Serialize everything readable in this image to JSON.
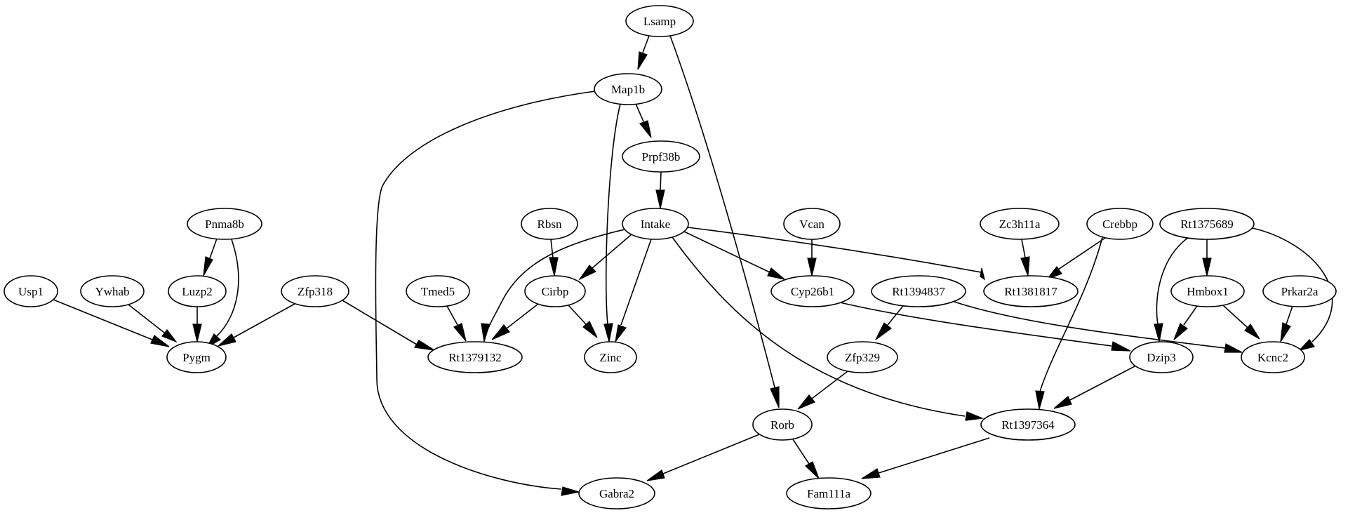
{
  "graph": {
    "nodes": [
      {
        "id": "lsamp",
        "label": "Lsamp"
      },
      {
        "id": "map1b",
        "label": "Map1b"
      },
      {
        "id": "prpf38b",
        "label": "Prpf38b"
      },
      {
        "id": "pnma8b",
        "label": "Pnma8b"
      },
      {
        "id": "rbsn",
        "label": "Rbsn"
      },
      {
        "id": "intake",
        "label": "Intake"
      },
      {
        "id": "vcan",
        "label": "Vcan"
      },
      {
        "id": "zc3h11a",
        "label": "Zc3h11a"
      },
      {
        "id": "crebbp",
        "label": "Crebbp"
      },
      {
        "id": "rt1375689",
        "label": "Rt1375689"
      },
      {
        "id": "usp1",
        "label": "Usp1"
      },
      {
        "id": "ywhab",
        "label": "Ywhab"
      },
      {
        "id": "luzp2",
        "label": "Luzp2"
      },
      {
        "id": "zfp318",
        "label": "Zfp318"
      },
      {
        "id": "tmed5",
        "label": "Tmed5"
      },
      {
        "id": "cirbp",
        "label": "Cirbp"
      },
      {
        "id": "cyp26b1",
        "label": "Cyp26b1"
      },
      {
        "id": "rt1394837",
        "label": "Rt1394837"
      },
      {
        "id": "rt1381817",
        "label": "Rt1381817"
      },
      {
        "id": "hmbox1",
        "label": "Hmbox1"
      },
      {
        "id": "prkar2a",
        "label": "Prkar2a"
      },
      {
        "id": "pygm",
        "label": "Pygm"
      },
      {
        "id": "rt1379132",
        "label": "Rt1379132"
      },
      {
        "id": "zinc",
        "label": "Zinc"
      },
      {
        "id": "zfp329",
        "label": "Zfp329"
      },
      {
        "id": "dzip3",
        "label": "Dzip3"
      },
      {
        "id": "kcnc2",
        "label": "Kcnc2"
      },
      {
        "id": "rorb",
        "label": "Rorb"
      },
      {
        "id": "rt1397364",
        "label": "Rt1397364"
      },
      {
        "id": "gabra2",
        "label": "Gabra2"
      },
      {
        "id": "fam111a",
        "label": "Fam111a"
      }
    ],
    "edges": [
      {
        "from": "lsamp",
        "to": "map1b"
      },
      {
        "from": "lsamp",
        "to": "rorb"
      },
      {
        "from": "map1b",
        "to": "prpf38b"
      },
      {
        "from": "map1b",
        "to": "zinc"
      },
      {
        "from": "map1b",
        "to": "gabra2"
      },
      {
        "from": "prpf38b",
        "to": "intake"
      },
      {
        "from": "pnma8b",
        "to": "luzp2"
      },
      {
        "from": "pnma8b",
        "to": "pygm"
      },
      {
        "from": "rbsn",
        "to": "cirbp"
      },
      {
        "from": "intake",
        "to": "cirbp"
      },
      {
        "from": "intake",
        "to": "rt1379132"
      },
      {
        "from": "intake",
        "to": "zinc"
      },
      {
        "from": "intake",
        "to": "cyp26b1"
      },
      {
        "from": "intake",
        "to": "rt1381817"
      },
      {
        "from": "intake",
        "to": "rt1397364"
      },
      {
        "from": "vcan",
        "to": "cyp26b1"
      },
      {
        "from": "zc3h11a",
        "to": "rt1381817"
      },
      {
        "from": "crebbp",
        "to": "rt1381817"
      },
      {
        "from": "crebbp",
        "to": "rt1397364"
      },
      {
        "from": "rt1375689",
        "to": "hmbox1"
      },
      {
        "from": "rt1375689",
        "to": "dzip3"
      },
      {
        "from": "rt1375689",
        "to": "kcnc2"
      },
      {
        "from": "usp1",
        "to": "pygm"
      },
      {
        "from": "ywhab",
        "to": "pygm"
      },
      {
        "from": "luzp2",
        "to": "pygm"
      },
      {
        "from": "zfp318",
        "to": "pygm"
      },
      {
        "from": "zfp318",
        "to": "rt1379132"
      },
      {
        "from": "tmed5",
        "to": "rt1379132"
      },
      {
        "from": "cirbp",
        "to": "rt1379132"
      },
      {
        "from": "cirbp",
        "to": "zinc"
      },
      {
        "from": "cyp26b1",
        "to": "dzip3"
      },
      {
        "from": "rt1394837",
        "to": "zfp329"
      },
      {
        "from": "rt1394837",
        "to": "kcnc2"
      },
      {
        "from": "hmbox1",
        "to": "dzip3"
      },
      {
        "from": "hmbox1",
        "to": "kcnc2"
      },
      {
        "from": "prkar2a",
        "to": "kcnc2"
      },
      {
        "from": "zfp329",
        "to": "rorb"
      },
      {
        "from": "dzip3",
        "to": "rt1397364"
      },
      {
        "from": "rorb",
        "to": "gabra2"
      },
      {
        "from": "rorb",
        "to": "fam111a"
      },
      {
        "from": "rt1397364",
        "to": "fam111a"
      }
    ]
  },
  "colors": {
    "background": "#ffffff",
    "stroke": "#000000",
    "text": "#000000"
  }
}
